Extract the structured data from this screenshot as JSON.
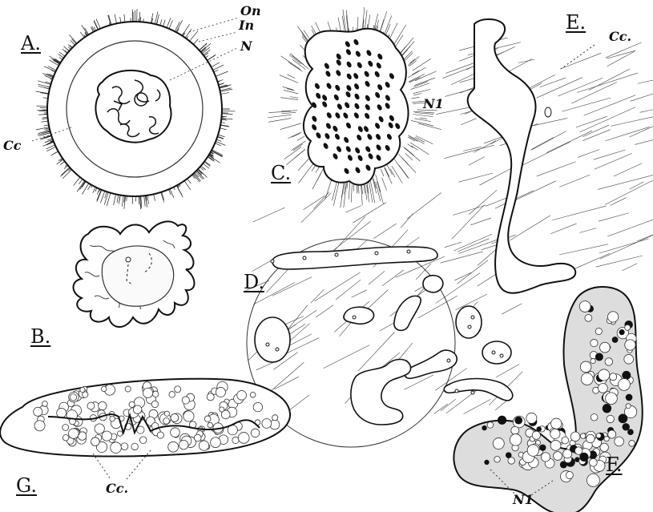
{
  "figure": {
    "panels": {
      "A": {
        "label": "A.",
        "on": "On",
        "in": "In",
        "n": "N",
        "cc": "Cc"
      },
      "B": {
        "label": "B."
      },
      "C": {
        "label": "C.",
        "n1": "N1"
      },
      "D": {
        "label": "D."
      },
      "E": {
        "label": "E.",
        "cc": "Cc."
      },
      "F": {
        "label": "F.",
        "n1": "N1"
      },
      "G": {
        "label": "G.",
        "cc": "Cc."
      }
    }
  },
  "colors": {
    "ink": "#111111",
    "paper": "#ffffff",
    "stipple": "#cfcfcf"
  }
}
